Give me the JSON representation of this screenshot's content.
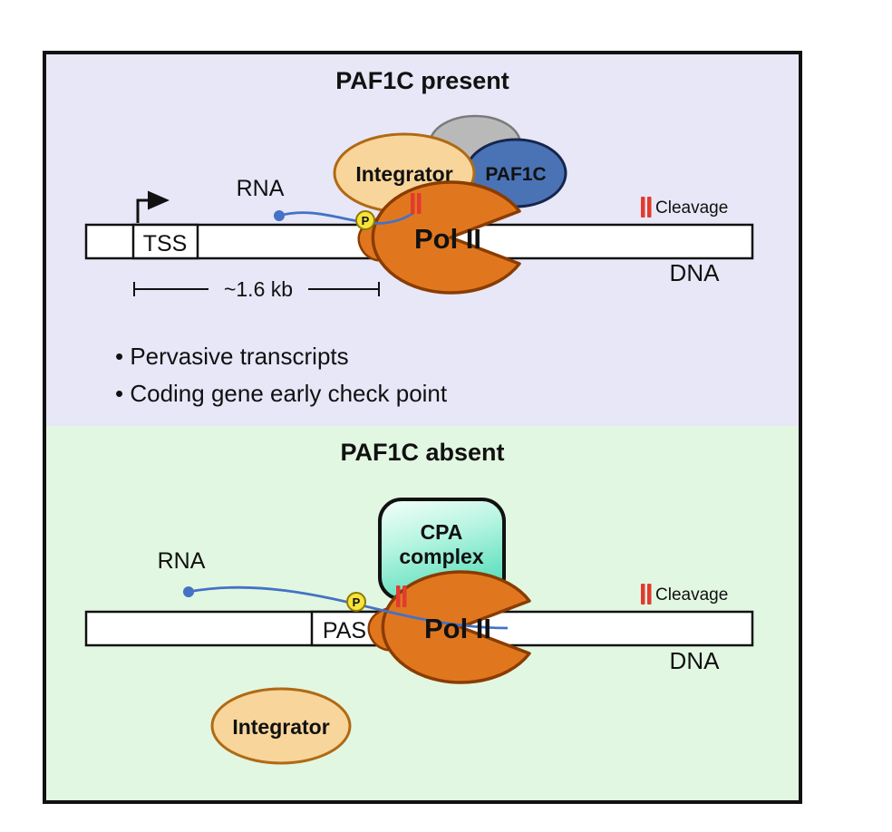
{
  "figure": {
    "top_panel": {
      "title": "PAF1C present",
      "rna_label": "RNA",
      "tss_label": "TSS",
      "distance_label": "~1.6 kb",
      "integrator_label": "Integrator",
      "paf1c_label": "PAF1C",
      "pol2_label": "Pol II",
      "phospho_label": "P",
      "cleavage_label": "Cleavage",
      "dna_label": "DNA",
      "bullets": [
        "• Pervasive transcripts",
        "• Coding gene early check point"
      ]
    },
    "bottom_panel": {
      "title": "PAF1C absent",
      "rna_label": "RNA",
      "pas_label": "PAS",
      "cpa_label_line1": "CPA",
      "cpa_label_line2": "complex",
      "pol2_label": "Pol II",
      "phospho_label": "P",
      "cleavage_label": "Cleavage",
      "dna_label": "DNA",
      "integrator_label": "Integrator"
    },
    "colors": {
      "top_bg": "#e7e7f8",
      "bottom_bg": "#e2f7e2",
      "pol2_fill": "#e0771f",
      "pol2_stroke": "#8a3c00",
      "integrator_fill": "#f8d59b",
      "integrator_stroke": "#b06a14",
      "paf1c_fill": "#4a73b5",
      "paf1c_stroke": "#16254e",
      "gray_subunit_fill": "#b9b9b9",
      "cpa_mint": "#5fe0bd",
      "rna_blue": "#4472c4",
      "cleavage_red": "#e23b2e",
      "phospho_fill": "#f6e33c",
      "dna_fill": "#ffffff"
    }
  }
}
